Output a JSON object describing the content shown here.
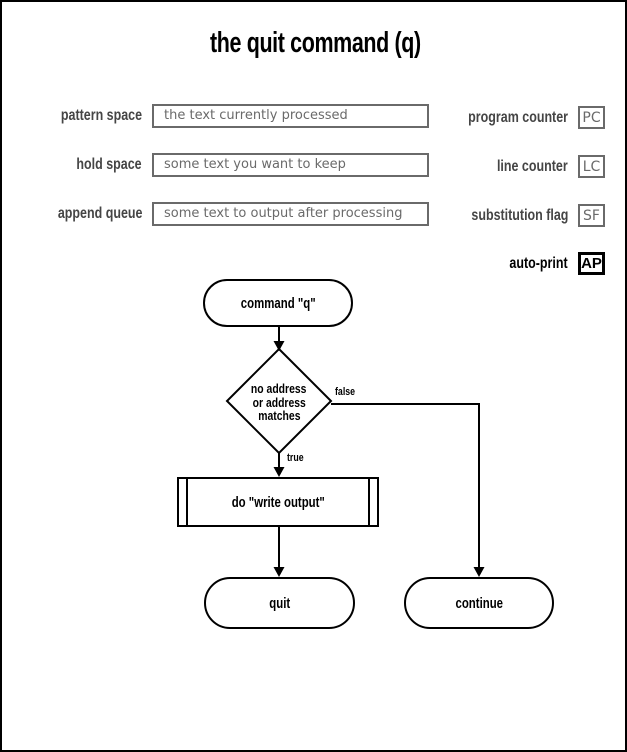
{
  "title": "the quit command (q)",
  "registers": {
    "left": [
      {
        "label": "pattern space",
        "value": "the text currently processed"
      },
      {
        "label": "hold space",
        "value": "some text you want to keep"
      },
      {
        "label": "append queue",
        "value": "some text to output after processing"
      }
    ],
    "right": [
      {
        "label": "program counter",
        "abbr": "PC"
      },
      {
        "label": "line counter",
        "abbr": "LC"
      },
      {
        "label": "substitution flag",
        "abbr": "SF"
      },
      {
        "label": "auto-print",
        "abbr": "AP"
      }
    ]
  },
  "flowchart": {
    "start": "command \"q\"",
    "decision": {
      "lines": [
        "no address",
        "or address",
        "matches"
      ]
    },
    "branch_true": "true",
    "branch_false": "false",
    "process": "do \"write output\"",
    "end_left": "quit",
    "end_right": "continue"
  },
  "colors": {
    "line": "#000000",
    "muted": "#6a6a6a",
    "label": "#454545"
  }
}
